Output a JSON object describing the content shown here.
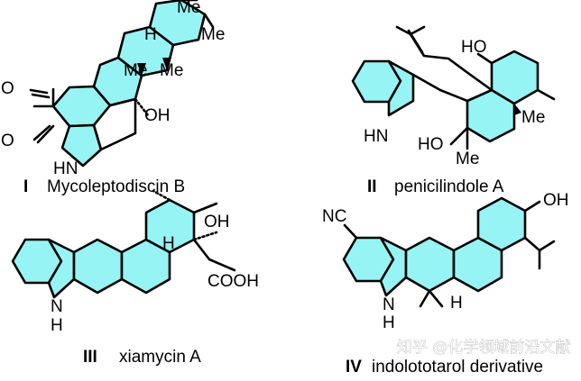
{
  "compounds": [
    {
      "numeral": "I",
      "name": "Mycoleptodiscin B",
      "atoms": {
        "me_top": "Me",
        "me_right": "Me",
        "h": "H",
        "me_mid1": "Me",
        "me_mid2": "Me",
        "oh": "OH",
        "o_top": "O",
        "o_bottom": "O",
        "hn": "HN"
      }
    },
    {
      "numeral": "II",
      "name": "penicilindole A",
      "atoms": {
        "ho_top": "HO",
        "hn": "HN",
        "ho_bottom": "HO",
        "me_bottom": "Me",
        "me_right": "Me"
      }
    },
    {
      "numeral": "III",
      "name": "xiamycin A",
      "atoms": {
        "oh": "OH",
        "h_mid": "H",
        "cooh": "COOH",
        "nh": "N",
        "h_n": "H"
      }
    },
    {
      "numeral": "IV",
      "name": "indolototarol derivative",
      "atoms": {
        "nc": "NC",
        "oh": "OH",
        "hn": "N",
        "h_n": "H",
        "h_ring": "H"
      }
    }
  ],
  "watermark": "知乎 @化学领域前沿文献",
  "colors": {
    "ring_fill": "#97f4f4",
    "bond": "#000000"
  }
}
